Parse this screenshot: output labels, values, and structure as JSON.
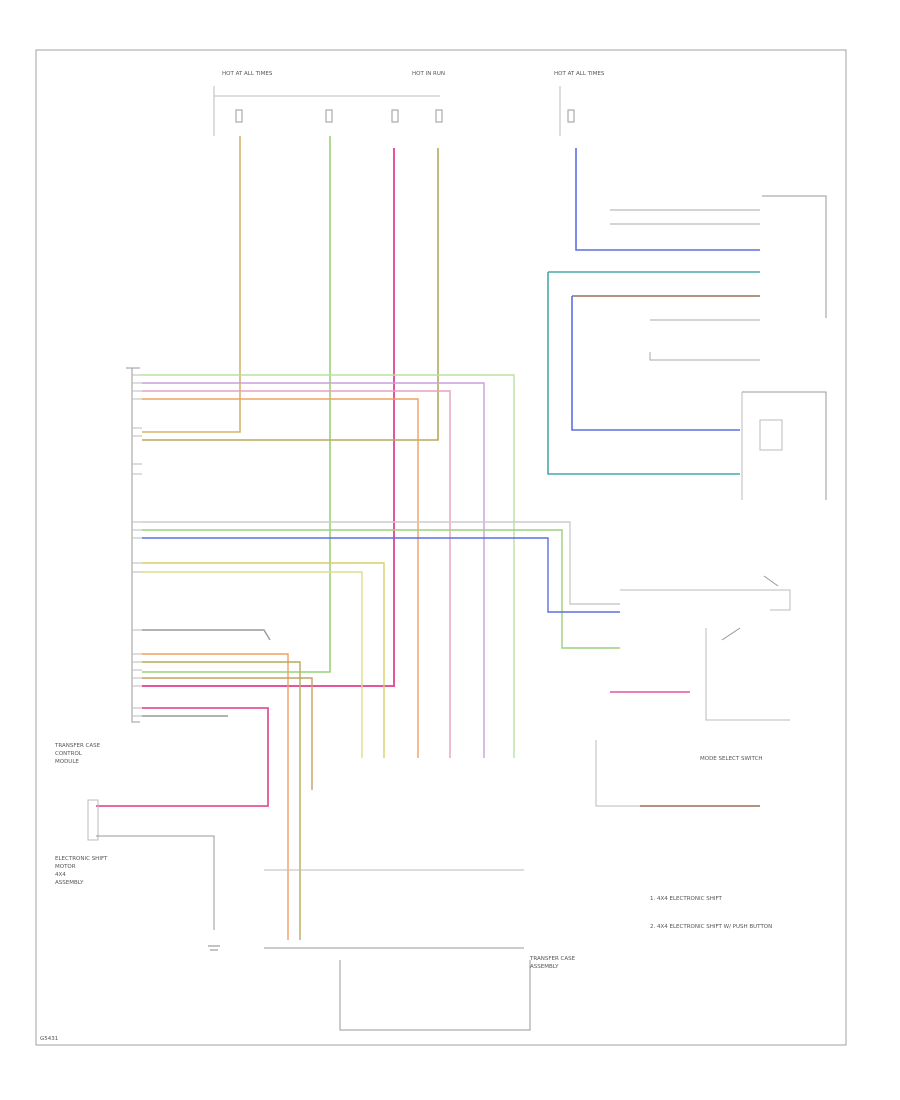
{
  "module_labels": {
    "tcm": [
      "TRANSFER CASE",
      "CONTROL",
      "MODULE"
    ],
    "shift_motor": [
      "ELECTRONIC SHIFT",
      "MOTOR",
      "4X4",
      "ASSEMBLY"
    ],
    "transfer_case": [
      "TRANSFER CASE",
      "ASSEMBLY"
    ],
    "mode_select": "MODE SELECT SWITCH",
    "hot_at_all_times_1": "HOT AT ALL TIMES",
    "hot_in_run": "HOT IN RUN",
    "hot_at_all_times_2": "HOT AT ALL TIMES",
    "footer_code": "G5431"
  },
  "notes": [
    "1. 4X4 ELECTRONIC SHIFT",
    "2. 4X4 ELECTRONIC SHIFT W/ PUSH BUTTON"
  ],
  "colors": {
    "frame": "#9a9a9a",
    "pink": "#e4559a",
    "green": "#9bd17b",
    "yellow": "#d9cf6a",
    "olive": "#b7aa5a",
    "orange": "#f0a060",
    "blue": "#5d6fe0",
    "teal": "#49a8a8",
    "violet": "#c9a0d8",
    "brown": "#9b6e5a",
    "gray": "#888888",
    "lightgreen": "#b8e0a0"
  }
}
